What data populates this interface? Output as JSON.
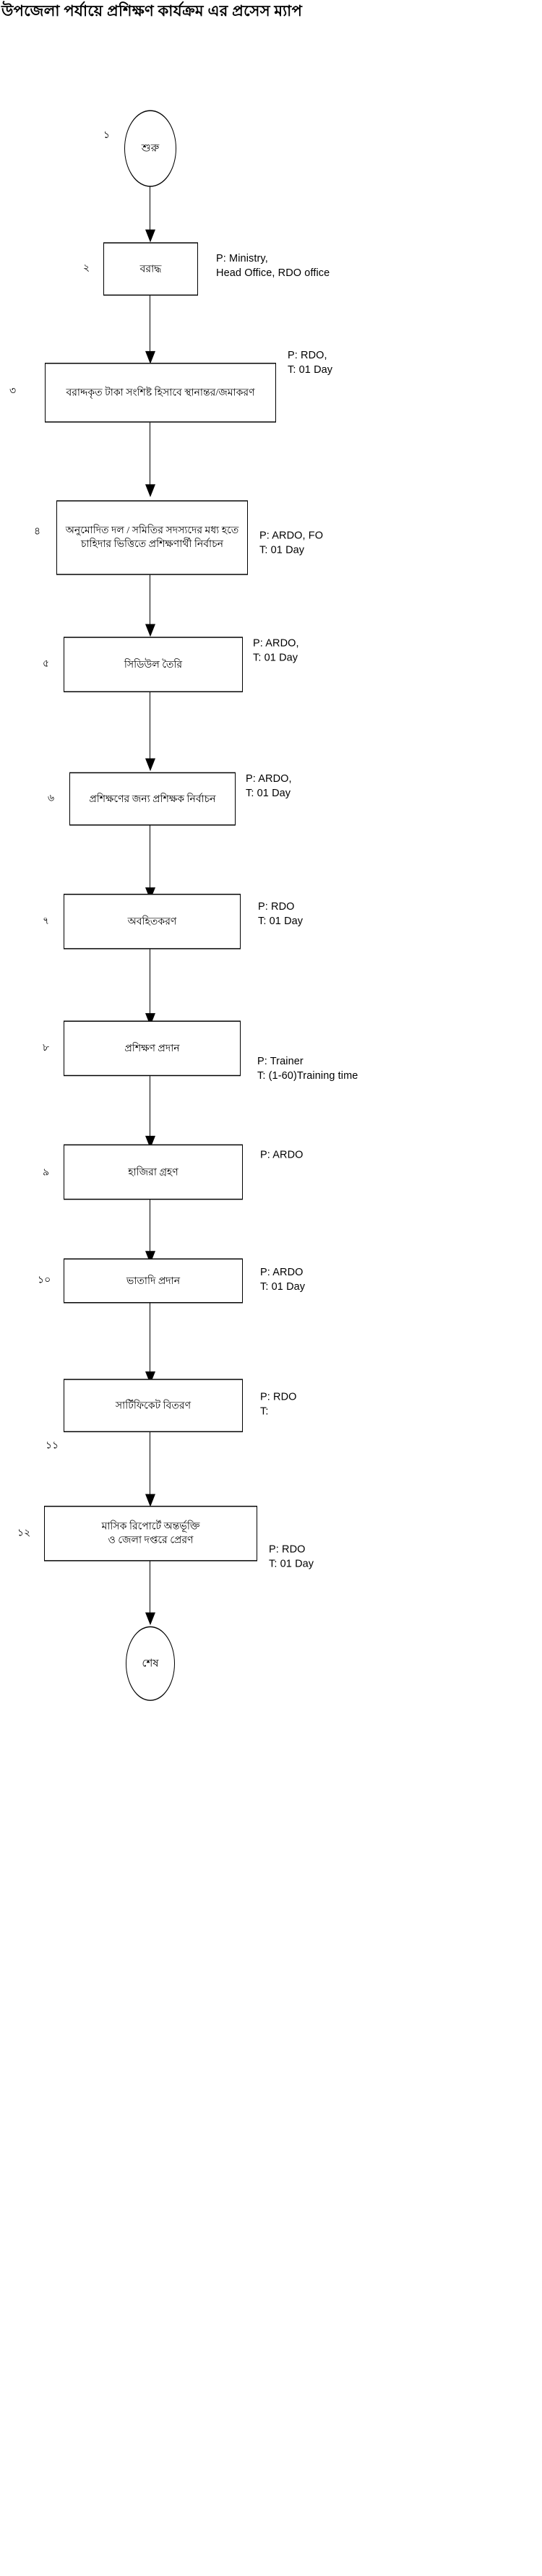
{
  "title": "উপজেলা পর্যায়ে প্রশিক্ষণ কার্যক্রম এর প্রসেস ম্যাপ",
  "nodes": [
    {
      "id": "start",
      "shape": "circle",
      "step": "১",
      "label": "শুরু",
      "annotation": ""
    },
    {
      "id": "step-2",
      "shape": "rect",
      "step": "২",
      "label": "বরাদ্ধ",
      "annotation": "P:  Ministry,\n     Head Office, RDO office"
    },
    {
      "id": "step-3",
      "shape": "rect",
      "step": "৩",
      "label": "বরাদ্দকৃত টাকা সংশিষ্ট হিসাবে স্থানান্তর/জমাকরণ",
      "annotation": "P:  RDO,\nT:  01 Day"
    },
    {
      "id": "step-4",
      "shape": "rect",
      "step": "৪",
      "label": "অনুমোদিত দল / সমিতির সদস্যদের মধ্য হতে\nচাহিদার ভিত্তিতে প্রশিক্ষণার্থী নির্বাচন",
      "annotation": "P:  ARDO, FO\nT:  01 Day"
    },
    {
      "id": "step-5",
      "shape": "rect",
      "step": "৫",
      "label": "সিডিউল তৈরি",
      "annotation": "P:  ARDO,\nT:  01 Day"
    },
    {
      "id": "step-6",
      "shape": "rect",
      "step": "৬",
      "label": "প্রশিক্ষণের জন্য প্রশিক্ষক নির্বাচন",
      "annotation": "P:  ARDO,\nT:  01 Day"
    },
    {
      "id": "step-7",
      "shape": "rect",
      "step": "৭",
      "label": "অবহিতকরণ",
      "annotation": "P: RDO\nT:  01 Day"
    },
    {
      "id": "step-8",
      "shape": "rect",
      "step": "৮",
      "label": "প্রশিক্ষণ প্রদান",
      "annotation": "P: Trainer\nT:  (1-60)Training time"
    },
    {
      "id": "step-9",
      "shape": "rect",
      "step": "৯",
      "label": "হাজিরা গ্রহণ",
      "annotation": "P: ARDO"
    },
    {
      "id": "step-10",
      "shape": "rect",
      "step": "১০",
      "label": "ভাতাদি প্রদান",
      "annotation": "P: ARDO\nT:  01 Day"
    },
    {
      "id": "step-11",
      "shape": "rect",
      "step": "১১",
      "label": "সার্টিফিকেট বিতরণ",
      "annotation": "P: RDO\nT:"
    },
    {
      "id": "step-12",
      "shape": "rect",
      "step": "১২",
      "label": "মাসিক রিপোর্টে অন্তর্ভূক্তি\nও জেলা দপ্তরে প্রেরণ",
      "annotation": "P: RDO\nT:  01 Day"
    },
    {
      "id": "end",
      "shape": "circle",
      "step": "",
      "label": "শেষ",
      "annotation": ""
    }
  ],
  "colors": {
    "stroke": "#000000",
    "background": "#ffffff",
    "text": "#000000"
  }
}
